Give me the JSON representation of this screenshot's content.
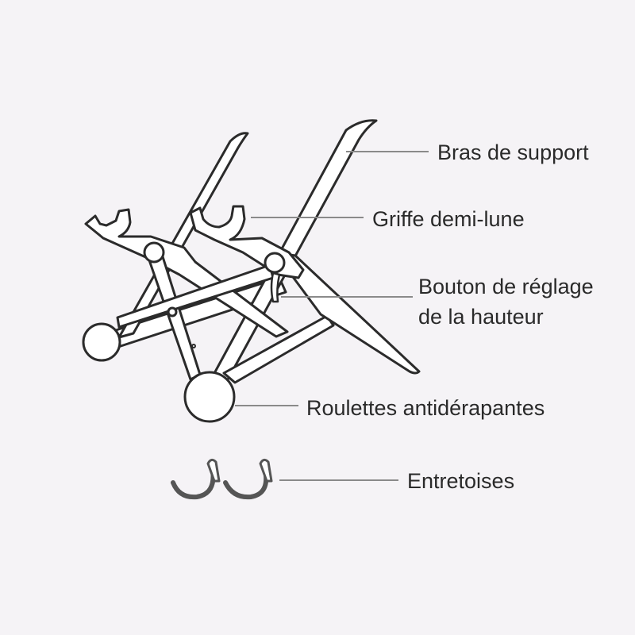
{
  "labels": {
    "support_arms": "Bras de support",
    "half_moon_claw": "Griffe demi-lune",
    "height_knob_line1": "Bouton de réglage",
    "height_knob_line2": "de la hauteur",
    "anti_slip_wheels": "Roulettes antidérapantes",
    "spacers": "Entretoises"
  },
  "colors": {
    "background": "#f5f3f6",
    "outline": "#2b2b2b",
    "fill": "#ffffff",
    "leader_line": "#8a8a8a",
    "spacer_fill": "#7a7a7a",
    "text": "#2a2a2a"
  }
}
